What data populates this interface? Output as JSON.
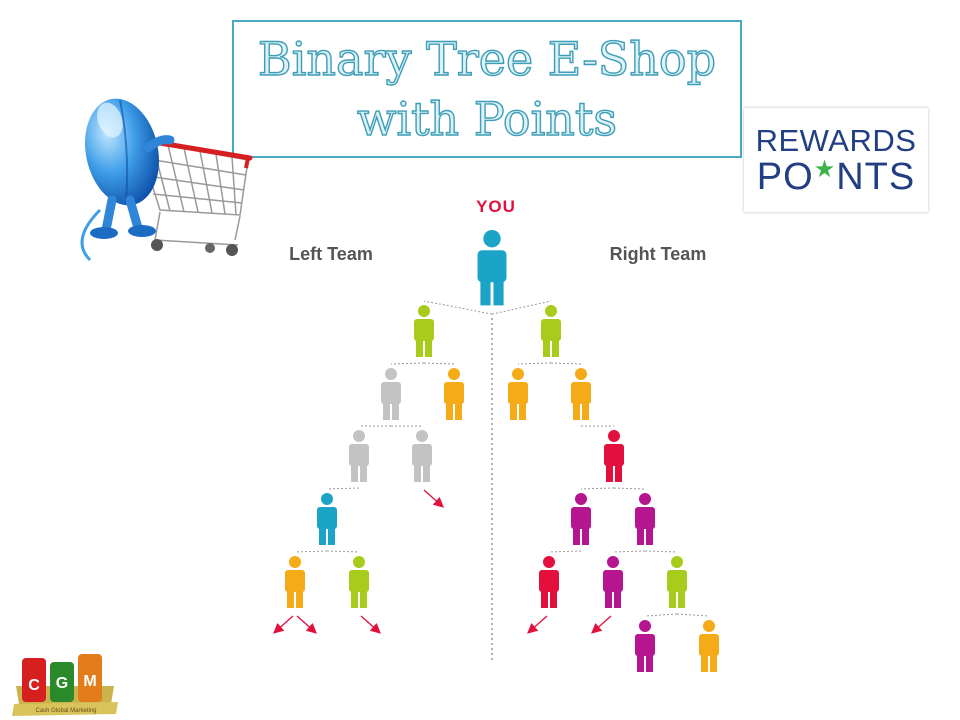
{
  "title": {
    "line1": "Binary Tree E-Shop",
    "line2": "with Points"
  },
  "rewards_logo": {
    "line1": "REWARDS",
    "line2_a": "PO",
    "line2_star": "★",
    "line2_b": "NTS"
  },
  "tree": {
    "you_label": "YOU",
    "left_label": "Left Team",
    "right_label": "Right Team"
  },
  "cgm_logo": {
    "letters": [
      "C",
      "G",
      "M"
    ],
    "caption": "Cash Global Marketing"
  },
  "colors": {
    "accent": "#4aa9c0",
    "you": "#1ba4c8",
    "lime": "#a8cc1c",
    "orange": "#f5ab17",
    "gray": "#c3c3c3",
    "red": "#e3103e",
    "magenta": "#b5158f",
    "rewards_blue": "#213f82"
  },
  "icons": [
    "shopping-cart-mouse-icon",
    "person-icon",
    "branch-arrow-icon"
  ]
}
